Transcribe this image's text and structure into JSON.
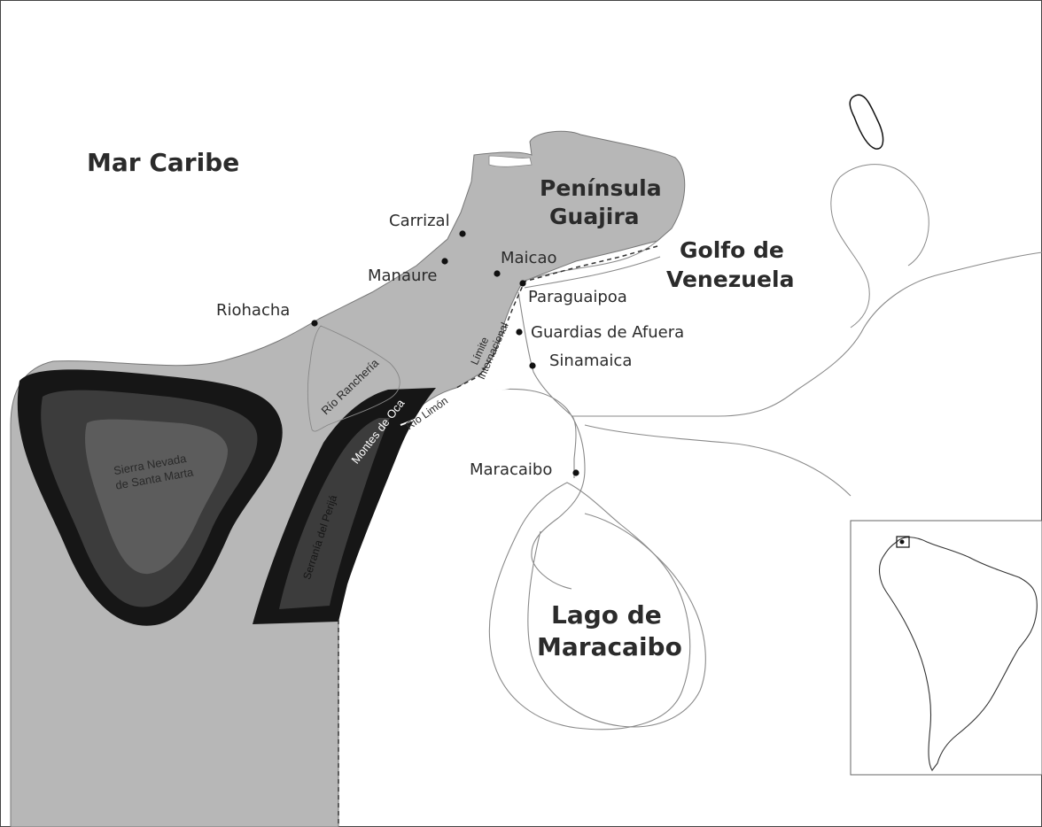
{
  "map": {
    "water_labels": {
      "caribbean": "Mar Caribe",
      "gulf_line1": "Golfo de",
      "gulf_line2": "Venezuela",
      "lake_line1": "Lago de",
      "lake_line2": "Maracaibo"
    },
    "region_labels": {
      "peninsula_line1": "Península",
      "peninsula_line2": "Guajira"
    },
    "cities": [
      {
        "name": "Carrizal"
      },
      {
        "name": "Manaure"
      },
      {
        "name": "Maicao"
      },
      {
        "name": "Riohacha"
      },
      {
        "name": "Paraguaipoa"
      },
      {
        "name": "Guardias de Afuera"
      },
      {
        "name": "Sinamaica"
      },
      {
        "name": "Maracaibo"
      }
    ],
    "feature_labels": {
      "sierra_line1": "Sierra Nevada",
      "sierra_line2": "de Santa Marta",
      "montes_de_oca": "Montes de Oca",
      "serrania": "Serranía del Perijá",
      "rio_rancheria": "Río Ranchería",
      "rio_limon": "Río Limón",
      "border_line1": "Límite",
      "border_line2": "Internacional"
    },
    "colors": {
      "land": "#b7b7b7",
      "mountain_outer": "#161616",
      "mountain_mid": "#3c3c3c",
      "mountain_inner": "#5c5c5c",
      "water": "#ffffff",
      "outline": "#8a8a8a"
    },
    "inset": {
      "type": "locator-map",
      "region": "South America"
    }
  }
}
